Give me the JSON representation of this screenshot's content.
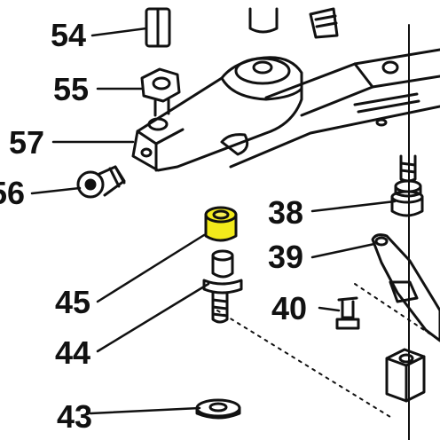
{
  "diagram": {
    "callouts": {
      "n54": "54",
      "n55": "55",
      "n57": "57",
      "n56": "56",
      "n45": "45",
      "n44": "44",
      "n43": "43",
      "n38": "38",
      "n39": "39",
      "n40": "40"
    },
    "colors": {
      "line": "#111111",
      "highlight": "#f2ea1b",
      "paper": "#ffffff"
    }
  }
}
